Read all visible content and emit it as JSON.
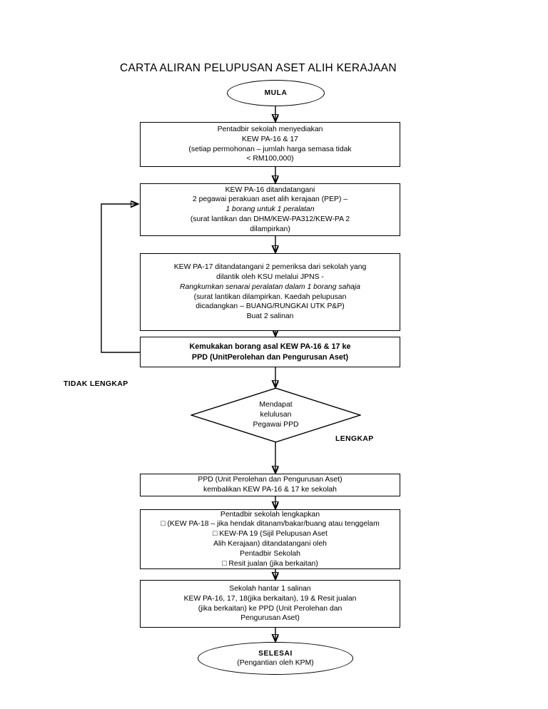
{
  "chart_data": {
    "type": "diagram",
    "diagram_kind": "flowchart",
    "title": "CARTA ALIRAN PELUPUSAN ASET ALIH KERAJAAN",
    "orientation": "top-to-bottom",
    "nodes": [
      {
        "id": "start",
        "shape": "terminator",
        "label": "MULA"
      },
      {
        "id": "p1",
        "shape": "process",
        "text": "Pentadbir sekolah menyediakan\nKEW PA-16 & 17\n(setiap permohonan – jumlah harga semasa tidak\n< RM100,000)"
      },
      {
        "id": "p2",
        "shape": "process",
        "line1": "KEW PA-16 ditandatangani",
        "line2": "2 pegawai perakuan aset alih kerajaan (PEP) –",
        "line3_italic": "1 borang untuk 1 peralatan",
        "line4": "(surat lantikan dan DHM/KEW-PA312/KEW-PA 2",
        "line5": "dilampirkan)"
      },
      {
        "id": "p3",
        "shape": "process",
        "line1": "KEW PA-17 ditandatangani 2 pemeriksa dari sekolah yang",
        "line2": "dilantik oleh KSU melalui JPNS -",
        "line3_italic": "Rangkumkan senarai peralatan dalam 1 borang sahaja",
        "line4": "(surat lantikan dilampirkan. Kaedah pelupusan",
        "line5": "dicadangkan – BUANG/RUNGKAI UTK P&P)",
        "line6": "Buat 2 salinan"
      },
      {
        "id": "p4",
        "shape": "process",
        "bold": true,
        "text": "Kemukakan borang asal KEW PA-16 & 17 ke\nPPD (UnitPerolehan dan Pengurusan Aset)"
      },
      {
        "id": "d1",
        "shape": "decision",
        "text": "Mendapat\nkelulusan\nPegawai PPD"
      },
      {
        "id": "p5",
        "shape": "process",
        "text": "PPD (Unit Perolehan dan Pengurusan Aset)\nkembalikan KEW PA-16 & 17 ke sekolah"
      },
      {
        "id": "p6",
        "shape": "process",
        "line1": "Pentadbir sekolah lengkapkan",
        "line2": "□ (KEW PA-18 – jika hendak ditanam/bakar/buang atau tenggelam",
        "line3": "□ KEW-PA 19 (Sijil Pelupusan Aset",
        "line4": "Alih Kerajaan) ditandatangani oleh",
        "line5": "Pentadbir Sekolah",
        "line6": "□ Resit jualan (jika berkaitan)"
      },
      {
        "id": "p7",
        "shape": "process",
        "text": "Sekolah hantar 1 salinan\nKEW PA-16, 17, 18(jika berkaitan), 19 & Resit jualan\n(jika berkaitan) ke PPD (Unit Perolehan dan\nPengurusan Aset)"
      },
      {
        "id": "end",
        "shape": "terminator",
        "label": "SELESAI",
        "sublabel": "(Pengantian oleh KPM)"
      }
    ],
    "edge_labels": {
      "no_branch": "TIDAK LENGKAP",
      "yes_branch": "LENGKAP"
    },
    "edges": [
      {
        "from": "start",
        "to": "p1"
      },
      {
        "from": "p1",
        "to": "p2"
      },
      {
        "from": "p2",
        "to": "p3"
      },
      {
        "from": "p3",
        "to": "p4"
      },
      {
        "from": "p4",
        "to": "d1"
      },
      {
        "from": "p4",
        "to": "p2",
        "label": "TIDAK LENGKAP",
        "kind": "feedback-loop"
      },
      {
        "from": "d1",
        "to": "p5",
        "label": "LENGKAP"
      },
      {
        "from": "p5",
        "to": "p6"
      },
      {
        "from": "p6",
        "to": "p7"
      },
      {
        "from": "p7",
        "to": "end"
      }
    ],
    "colors": {
      "stroke": "#000000",
      "background": "#ffffff",
      "text": "#000000"
    }
  }
}
